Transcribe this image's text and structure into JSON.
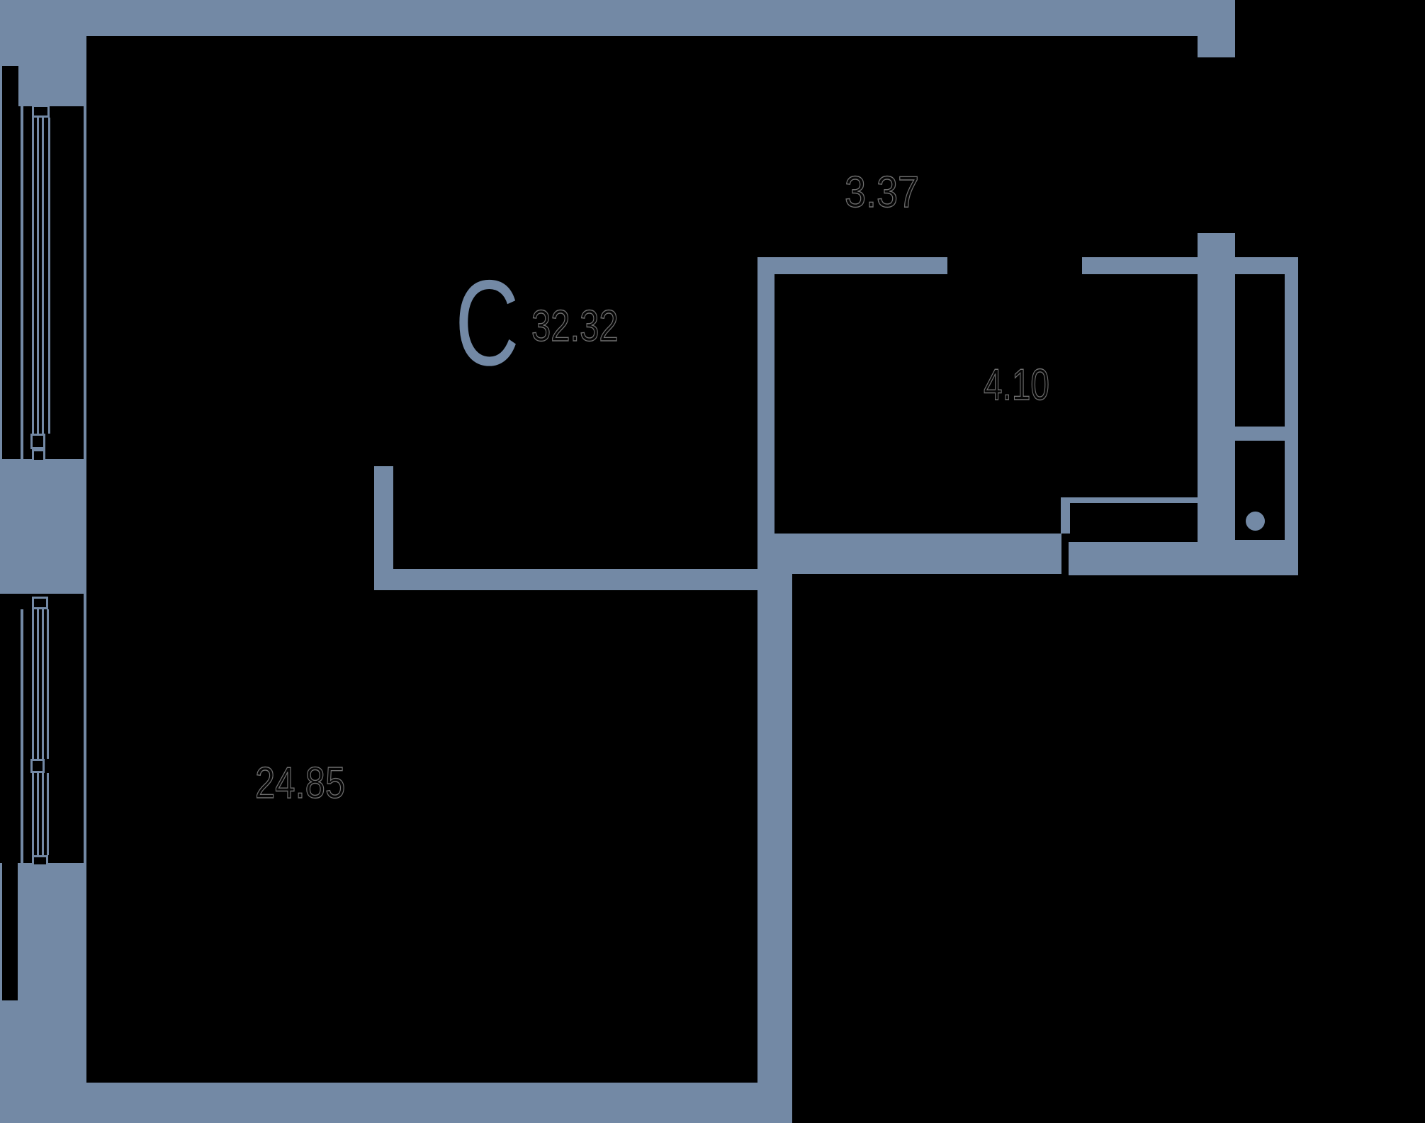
{
  "title": "studio apartment floor plan",
  "colors": {
    "wall": "#7389A5",
    "background": "#000000",
    "label_fill": "#050505",
    "label_outline": "#6f6f6f"
  },
  "labels": {
    "studio_letter": "С",
    "total_area": "32.32",
    "hall_area": "3.37",
    "bath_area": "4.10",
    "living_area": "24.85"
  }
}
